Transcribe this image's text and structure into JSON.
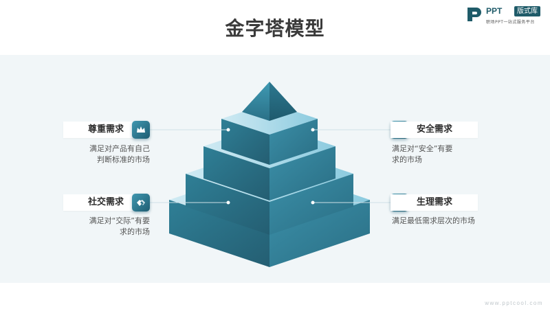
{
  "title": "金字塔模型",
  "logo": {
    "brand": "PPT",
    "badge": "版式库",
    "tagline": "职场PPT一站式服务平台"
  },
  "items": {
    "esteem": {
      "label": "尊重需求",
      "desc_line1": "满足对产品有自己",
      "desc_line2": "判断标准的市场",
      "icon": "crown-icon"
    },
    "social": {
      "label": "社交需求",
      "desc_line1": "满足对“交际”有要",
      "desc_line2": "求的市场",
      "icon": "handshake-icon"
    },
    "safety": {
      "label": "安全需求",
      "desc_line1": "满足对“安全”有要",
      "desc_line2": "求的市场",
      "icon": "document-icon"
    },
    "physiological": {
      "label": "生理需求",
      "desc_line1": "满足最低需求层次的市场",
      "icon": "bowl-icon"
    }
  },
  "footer": "www.pptcool.com",
  "colors": {
    "accent_dark": "#1f5b69",
    "accent_light": "#a9dcec",
    "band": "#f1f6f8"
  }
}
